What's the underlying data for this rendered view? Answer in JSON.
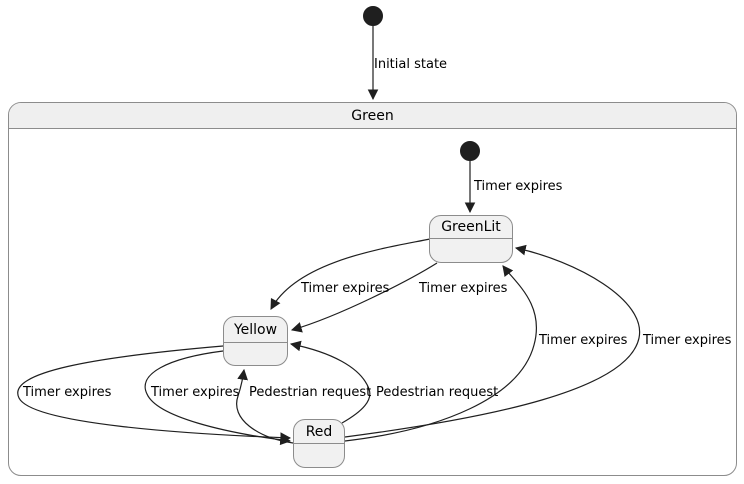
{
  "diagram": {
    "kind": "uml-state-diagram",
    "colors": {
      "background": "#ffffff",
      "state_fill": "#f1f1f1",
      "state_border": "#8c8c8c",
      "arrow": "#1f1f1f",
      "text": "#000000"
    },
    "states": {
      "green": {
        "name": "Green",
        "type": "composite"
      },
      "greenlit": {
        "name": "GreenLit",
        "type": "simple"
      },
      "yellow": {
        "name": "Yellow",
        "type": "simple"
      },
      "red": {
        "name": "Red",
        "type": "simple"
      }
    },
    "transitions": [
      {
        "from": "initial",
        "to": "Green",
        "label": "Initial state"
      },
      {
        "from": "initial-inner",
        "to": "GreenLit",
        "label": "Timer expires"
      },
      {
        "from": "GreenLit",
        "to": "Yellow",
        "label": "Timer expires"
      },
      {
        "from": "GreenLit",
        "to": "Yellow",
        "label": "Timer expires"
      },
      {
        "from": "Yellow",
        "to": "Red",
        "label": "Timer expires"
      },
      {
        "from": "Yellow",
        "to": "Red",
        "label": "Timer expires"
      },
      {
        "from": "Red",
        "to": "Yellow",
        "label": "Pedestrian request"
      },
      {
        "from": "Red",
        "to": "Yellow",
        "label": "Pedestrian request"
      },
      {
        "from": "Red",
        "to": "GreenLit",
        "label": "Timer expires"
      },
      {
        "from": "Red",
        "to": "GreenLit",
        "label": "Timer expires"
      }
    ]
  }
}
